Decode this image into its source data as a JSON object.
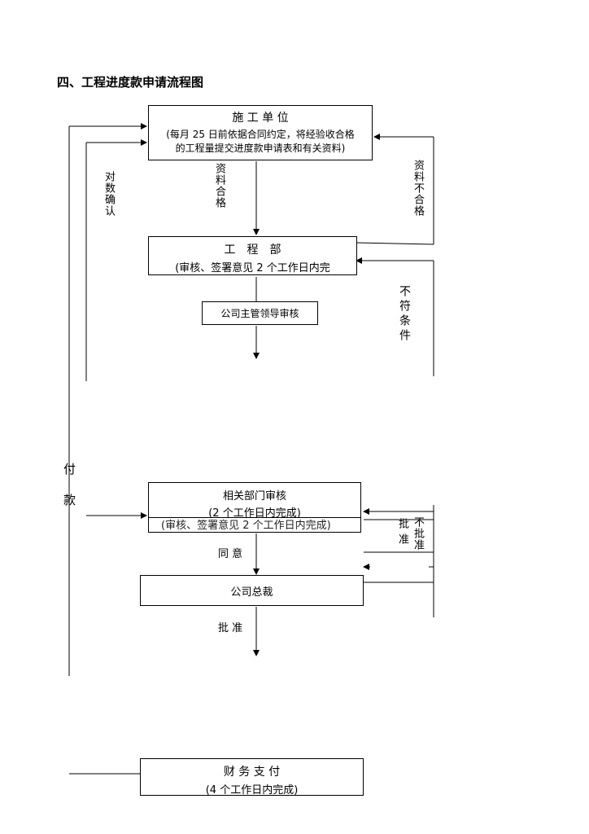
{
  "title": "四、工程进度款申请流程图",
  "boxes": {
    "construction_unit": {
      "name": "施 工 单 位",
      "note_line1": "(每月 25 日前依据合同约定，将经验收合格",
      "note_line2": "的工程量提交进度款申请表和有关资料)"
    },
    "engineering_dept": {
      "name": "工　程　部",
      "note": "(审核、签署意见 2 个工作日内完"
    },
    "company_leader": {
      "name": "公司主管领导审核"
    },
    "related_depts": {
      "name": "相关部门审核",
      "note": "(2 个工作日内完成)",
      "overlap_note": "(审核、签署意见 2 个工作日内完成)"
    },
    "ceo": {
      "name": "公司总裁"
    },
    "finance": {
      "name": "财 务 支 付",
      "note": "(4 个工作日内完成)"
    }
  },
  "labels": {
    "confirm_count": "对数确认",
    "materials_ok": "资料合格",
    "materials_bad": "资料不合格",
    "not_meet": "不符条件",
    "pay_char1": "付",
    "pay_char2": "款",
    "not_approve": "不批准",
    "agree": "同 意",
    "approve": "批 准",
    "approve_right": "批准"
  }
}
